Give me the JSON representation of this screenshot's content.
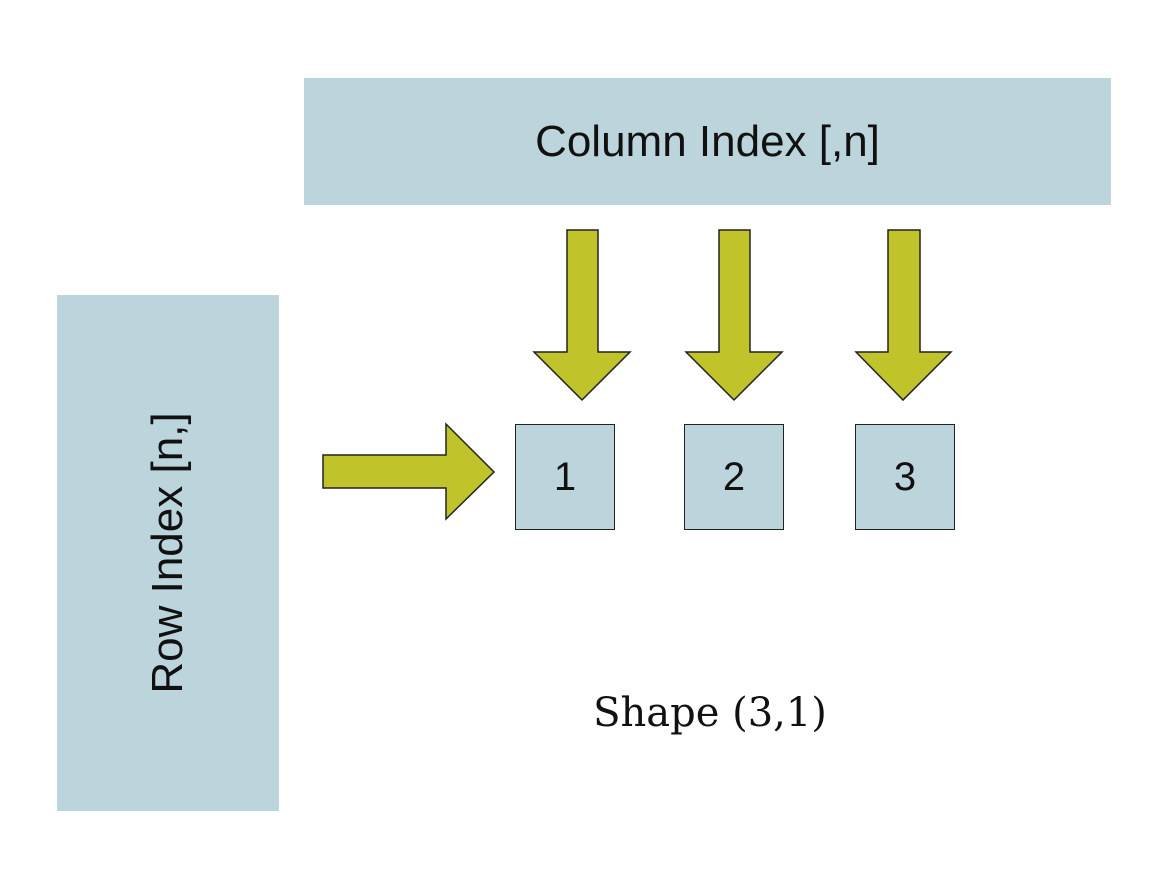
{
  "column_panel": {
    "label": "Column Index [,n]"
  },
  "row_panel": {
    "label": "Row Index [n,]"
  },
  "cells": [
    "1",
    "2",
    "3"
  ],
  "caption": "Shape (3,1)",
  "colors": {
    "panel_fill": "#bcd5dc",
    "arrow_fill": "#c0c42a",
    "outline": "#222222"
  }
}
